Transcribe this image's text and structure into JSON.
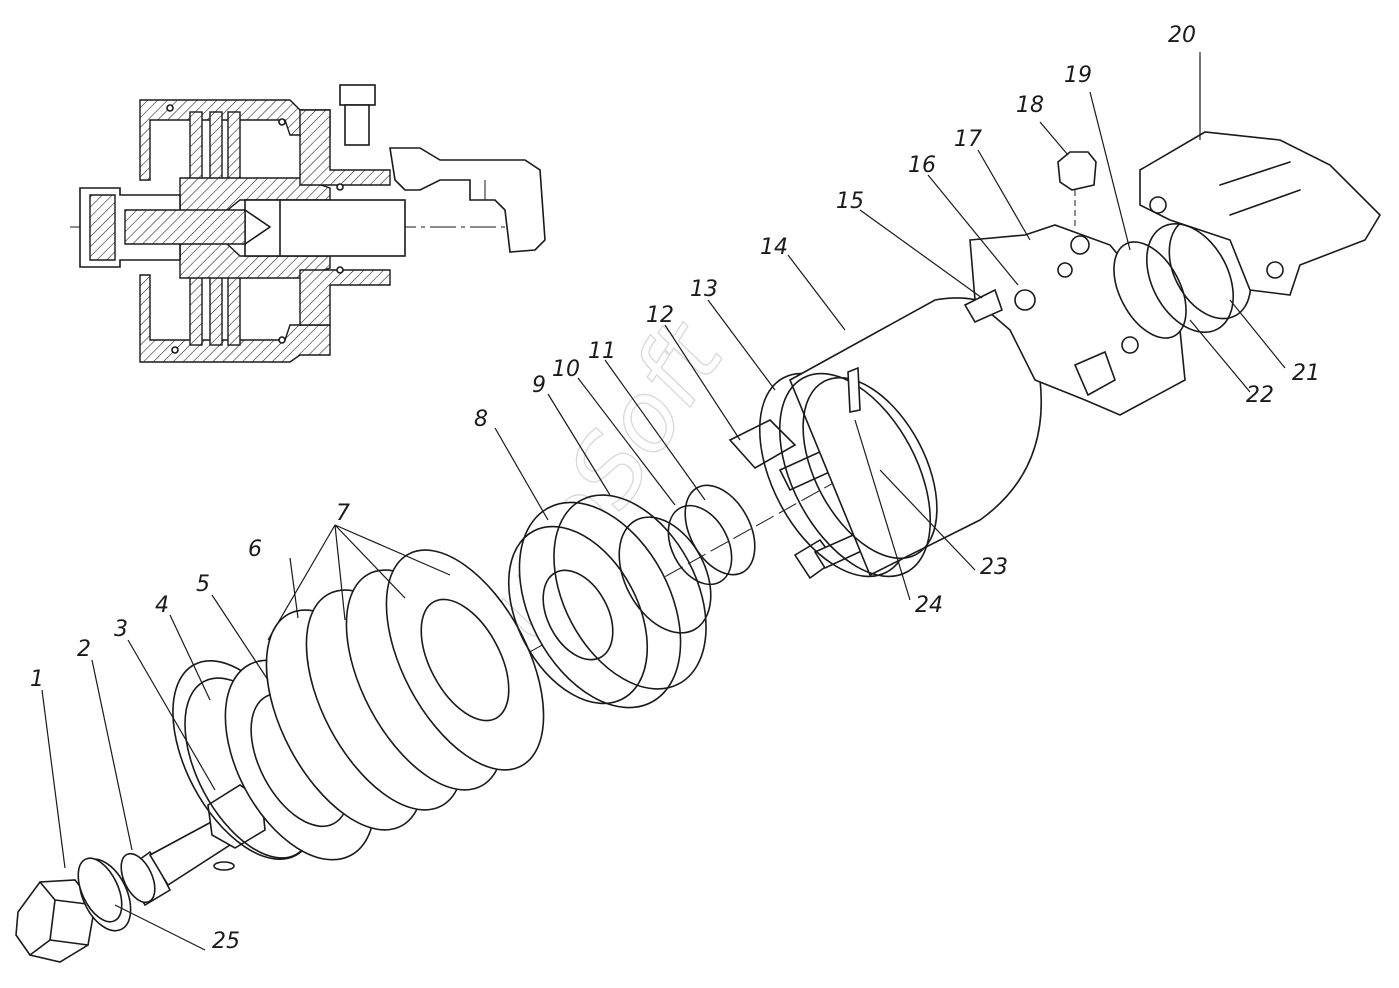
{
  "watermark": "AutoSoft",
  "callouts": [
    {
      "id": "1",
      "label": "1"
    },
    {
      "id": "2",
      "label": "2"
    },
    {
      "id": "3",
      "label": "3"
    },
    {
      "id": "4",
      "label": "4"
    },
    {
      "id": "5",
      "label": "5"
    },
    {
      "id": "6",
      "label": "6"
    },
    {
      "id": "7",
      "label": "7"
    },
    {
      "id": "8",
      "label": "8"
    },
    {
      "id": "9",
      "label": "9"
    },
    {
      "id": "10",
      "label": "10"
    },
    {
      "id": "11",
      "label": "11"
    },
    {
      "id": "12",
      "label": "12"
    },
    {
      "id": "13",
      "label": "13"
    },
    {
      "id": "14",
      "label": "14"
    },
    {
      "id": "15",
      "label": "15"
    },
    {
      "id": "16",
      "label": "16"
    },
    {
      "id": "17",
      "label": "17"
    },
    {
      "id": "18",
      "label": "18"
    },
    {
      "id": "19",
      "label": "19"
    },
    {
      "id": "20",
      "label": "20"
    },
    {
      "id": "21",
      "label": "21"
    },
    {
      "id": "22",
      "label": "22"
    },
    {
      "id": "23",
      "label": "23"
    },
    {
      "id": "24",
      "label": "24"
    },
    {
      "id": "25",
      "label": "25"
    }
  ]
}
